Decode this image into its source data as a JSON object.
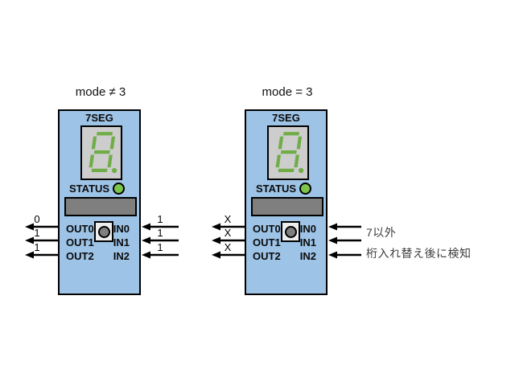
{
  "colors": {
    "block_fill": "#9DC3E6",
    "block_border": "#000000",
    "display_fill": "#CDCDCD",
    "segment_green": "#70AD47",
    "led_green": "#7DC54A",
    "dark_panel_gray": "#7F7F7F",
    "button_fill": "#EDEDED",
    "button_knob_gray": "#7F7F7F"
  },
  "blocks": [
    {
      "title": "mode ≠ 3",
      "display_label": "7SEG",
      "status_label": "STATUS",
      "outputs": [
        {
          "name": "OUT0",
          "value": "0"
        },
        {
          "name": "OUT1",
          "value": "1"
        },
        {
          "name": "OUT2",
          "value": "1"
        }
      ],
      "inputs": [
        {
          "name": "IN0",
          "value": "1"
        },
        {
          "name": "IN1",
          "value": "1"
        },
        {
          "name": "IN2",
          "value": "1"
        }
      ]
    },
    {
      "title": "mode = 3",
      "display_label": "7SEG",
      "status_label": "STATUS",
      "outputs": [
        {
          "name": "OUT0",
          "value": "X"
        },
        {
          "name": "OUT1",
          "value": "X"
        },
        {
          "name": "OUT2",
          "value": "X"
        }
      ],
      "inputs": [
        {
          "name": "IN0",
          "value": ""
        },
        {
          "name": "IN1",
          "value": ""
        },
        {
          "name": "IN2",
          "value": ""
        }
      ],
      "annotations": [
        "7以外",
        "桁入れ替え後に検知"
      ]
    }
  ]
}
